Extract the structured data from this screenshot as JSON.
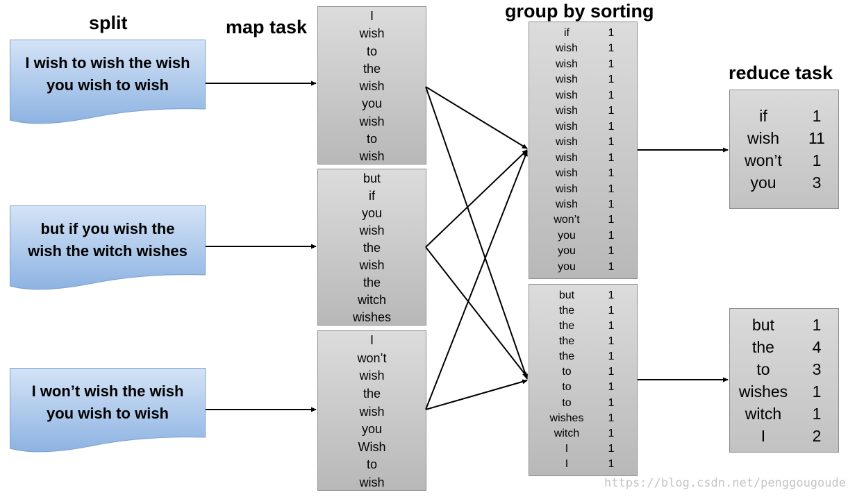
{
  "headings": {
    "split": "split",
    "map": "map task",
    "group": "group by sorting",
    "reduce": "reduce task"
  },
  "split_docs": [
    {
      "line1": "I wish to wish the wish",
      "line2": "you wish to wish"
    },
    {
      "line1": "but if you wish the",
      "line2": "wish the witch wishes"
    },
    {
      "line1": "I won’t wish the wish",
      "line2": "you wish to wish"
    }
  ],
  "map_tasks": [
    [
      "I",
      "wish",
      "to",
      "the",
      "wish",
      "you",
      "wish",
      "to",
      "wish"
    ],
    [
      "but",
      "if",
      "you",
      "wish",
      "the",
      "wish",
      "the",
      "witch",
      "wishes"
    ],
    [
      "I",
      "won’t",
      "wish",
      "the",
      "wish",
      "you",
      "Wish",
      "to",
      "wish"
    ]
  ],
  "groups": [
    [
      [
        "if",
        "1"
      ],
      [
        "wish",
        "1"
      ],
      [
        "wish",
        "1"
      ],
      [
        "wish",
        "1"
      ],
      [
        "wish",
        "1"
      ],
      [
        "wish",
        "1"
      ],
      [
        "wish",
        "1"
      ],
      [
        "wish",
        "1"
      ],
      [
        "wish",
        "1"
      ],
      [
        "wish",
        "1"
      ],
      [
        "wish",
        "1"
      ],
      [
        "wish",
        "1"
      ],
      [
        "won’t",
        "1"
      ],
      [
        "you",
        "1"
      ],
      [
        "you",
        "1"
      ],
      [
        "you",
        "1"
      ]
    ],
    [
      [
        "but",
        "1"
      ],
      [
        "the",
        "1"
      ],
      [
        "the",
        "1"
      ],
      [
        "the",
        "1"
      ],
      [
        "the",
        "1"
      ],
      [
        "to",
        "1"
      ],
      [
        "to",
        "1"
      ],
      [
        "to",
        "1"
      ],
      [
        "wishes",
        "1"
      ],
      [
        "witch",
        "1"
      ],
      [
        "I",
        "1"
      ],
      [
        "I",
        "1"
      ]
    ]
  ],
  "reduce_tasks": [
    [
      [
        "if",
        "1"
      ],
      [
        "wish",
        "11"
      ],
      [
        "won’t",
        "1"
      ],
      [
        "you",
        "3"
      ]
    ],
    [
      [
        "but",
        "1"
      ],
      [
        "the",
        "4"
      ],
      [
        "to",
        "3"
      ],
      [
        "wishes",
        "1"
      ],
      [
        "witch",
        "1"
      ],
      [
        "I",
        "2"
      ]
    ]
  ],
  "watermark": "https://blog.csdn.net/penggougoude",
  "colors": {
    "doc_top": "#cfe0f5",
    "doc_bottom": "#8db3e2",
    "doc_border": "#7aa0cf",
    "box_top": "#dcdcdc",
    "box_bottom": "#b8b8b8",
    "line": "#000000"
  }
}
